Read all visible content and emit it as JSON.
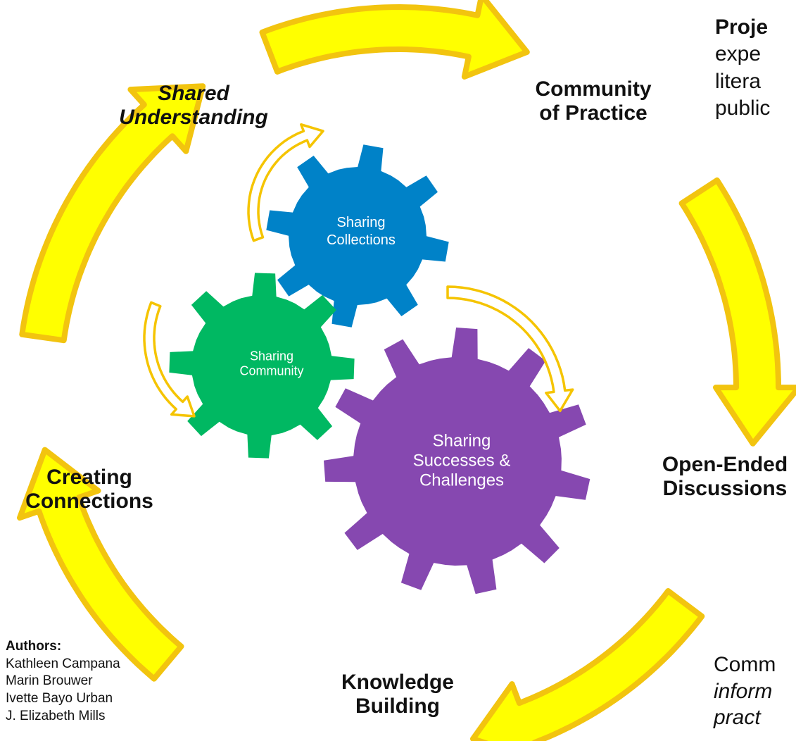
{
  "stages": {
    "community_of_practice": "Community\nof Practice",
    "open_ended_discussions": "Open-Ended\nDiscussions",
    "knowledge_building": "Knowledge\nBuilding",
    "creating_connections": "Creating\nConnections",
    "shared_understanding": "Shared\nUnderstanding"
  },
  "gears": {
    "collections": "Sharing\nCollections",
    "community": "Sharing\nCommunity",
    "successes": "Sharing\nSuccesses   &\nChallenges"
  },
  "project_text": {
    "lead": "Proje",
    "line2": "expe",
    "line3": "litera",
    "line4": "public"
  },
  "authors": {
    "heading": "Authors:",
    "names": [
      "Kathleen Campana",
      "Marin Brouwer",
      "Ivette Bayo Urban",
      "J. Elizabeth Mills"
    ]
  },
  "community_text": {
    "line1": "Comm",
    "line2": "inform",
    "line3": "pract"
  },
  "colors": {
    "arrow_fill": "#ffff00",
    "arrow_stroke": "#f2c40f",
    "gear_blue": "#0082c8",
    "gear_green": "#00b862",
    "gear_purple": "#8648b0",
    "inner_arrow_stroke": "#f5c400"
  }
}
